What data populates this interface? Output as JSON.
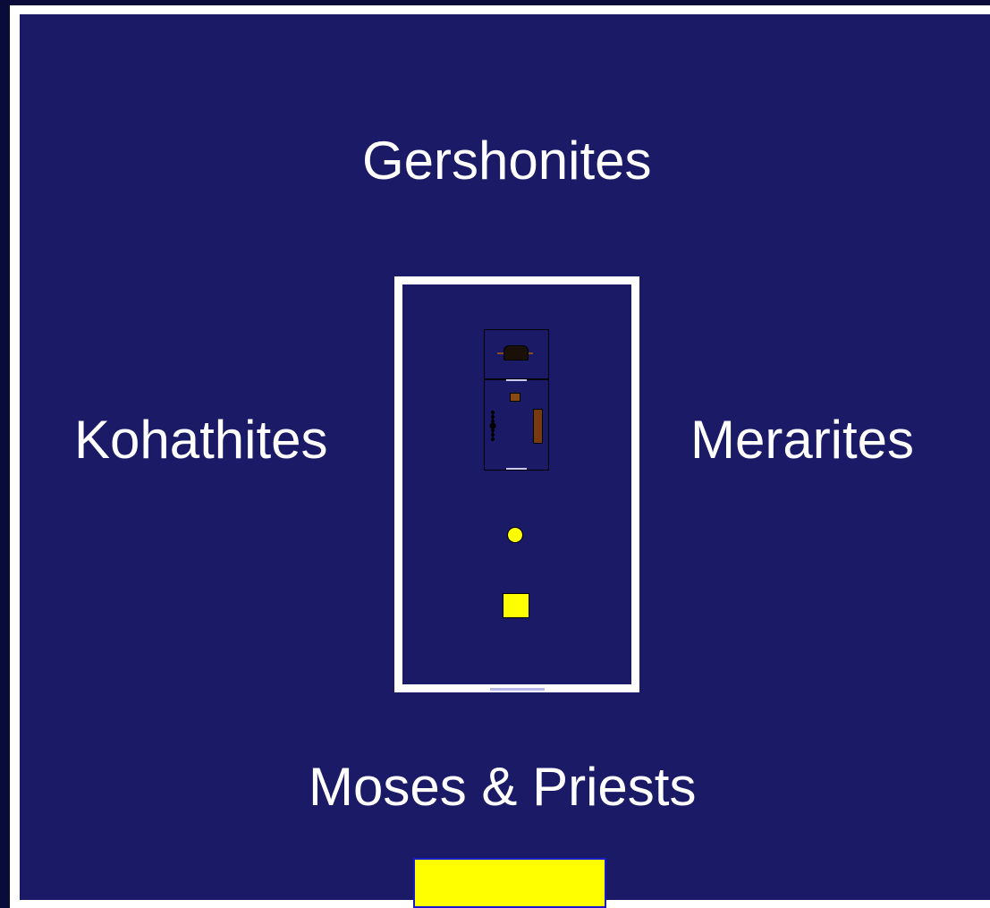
{
  "camp": {
    "north_label": "Gershonites",
    "west_label": "Kohathites",
    "east_label": "Merarites",
    "south_label": "Moses & Priests"
  },
  "colors": {
    "background": "#1b1a66",
    "frame": "#ffffff",
    "furniture_gold": "#ffff00",
    "furniture_bronze": "#8b4a12"
  },
  "icons": {
    "ark": "ark-icon",
    "incense_altar": "incense-altar-icon",
    "table": "table-of-showbread-icon",
    "lampstand": "lampstand-icon",
    "laver": "laver-icon",
    "altar": "altar-icon"
  }
}
